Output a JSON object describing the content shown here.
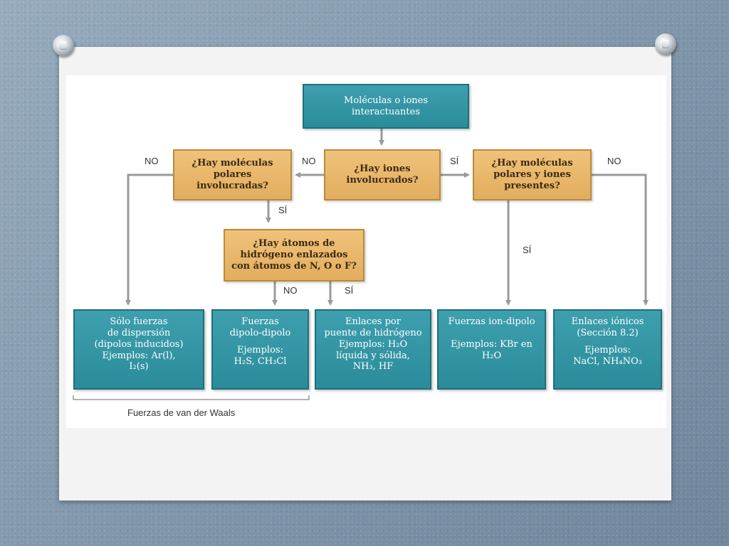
{
  "flowchart": {
    "root": {
      "line1": "Moléculas o iones",
      "line2": "interactuantes"
    },
    "questions": {
      "ions": {
        "line1": "¿Hay iones",
        "line2": "involucrados?"
      },
      "polar_molecules": {
        "line1": "¿Hay moléculas",
        "line2": "polares",
        "line3": "involucradas?"
      },
      "polar_and_ions": {
        "line1": "¿Hay moléculas",
        "line2": "polares y iones",
        "line3": "presentes?"
      },
      "hydrogen": {
        "line1": "¿Hay átomos de",
        "line2": "hidrógeno enlazados",
        "line3": "con átomos de N, O o F?"
      }
    },
    "results": {
      "dispersion": {
        "line1": "Sólo fuerzas",
        "line2": "de dispersión",
        "line3": "(dipolos inducidos)",
        "line4": "Ejemplos: Ar(l),",
        "line5": "I₂(s)"
      },
      "dipole_dipole": {
        "line1": "Fuerzas",
        "line2": "dipolo-dipolo",
        "line3": "Ejemplos:",
        "line4": "H₂S, CH₃Cl"
      },
      "hydrogen_bond": {
        "line1": "Enlaces por",
        "line2": "puente de hidrógeno",
        "line3": "Ejemplos: H₂O",
        "line4": "líquida y sólida,",
        "line5": "NH₃, HF"
      },
      "ion_dipole": {
        "line1": "Fuerzas ion-dipolo",
        "line2": "Ejemplos: KBr en",
        "line3": "H₂O"
      },
      "ionic": {
        "line1": "Enlaces iónicos",
        "line2": "(Sección 8.2)",
        "line3": "Ejemplos:",
        "line4": "NaCl, NH₄NO₃"
      }
    },
    "labels": {
      "no": "NO",
      "si": "SÍ"
    },
    "caption": "Fuerzas de van der Waals",
    "colors": {
      "teal_box": "#2a8c9b",
      "gold_box": "#e2ad5e",
      "arrow": "#9a9a9a"
    }
  }
}
